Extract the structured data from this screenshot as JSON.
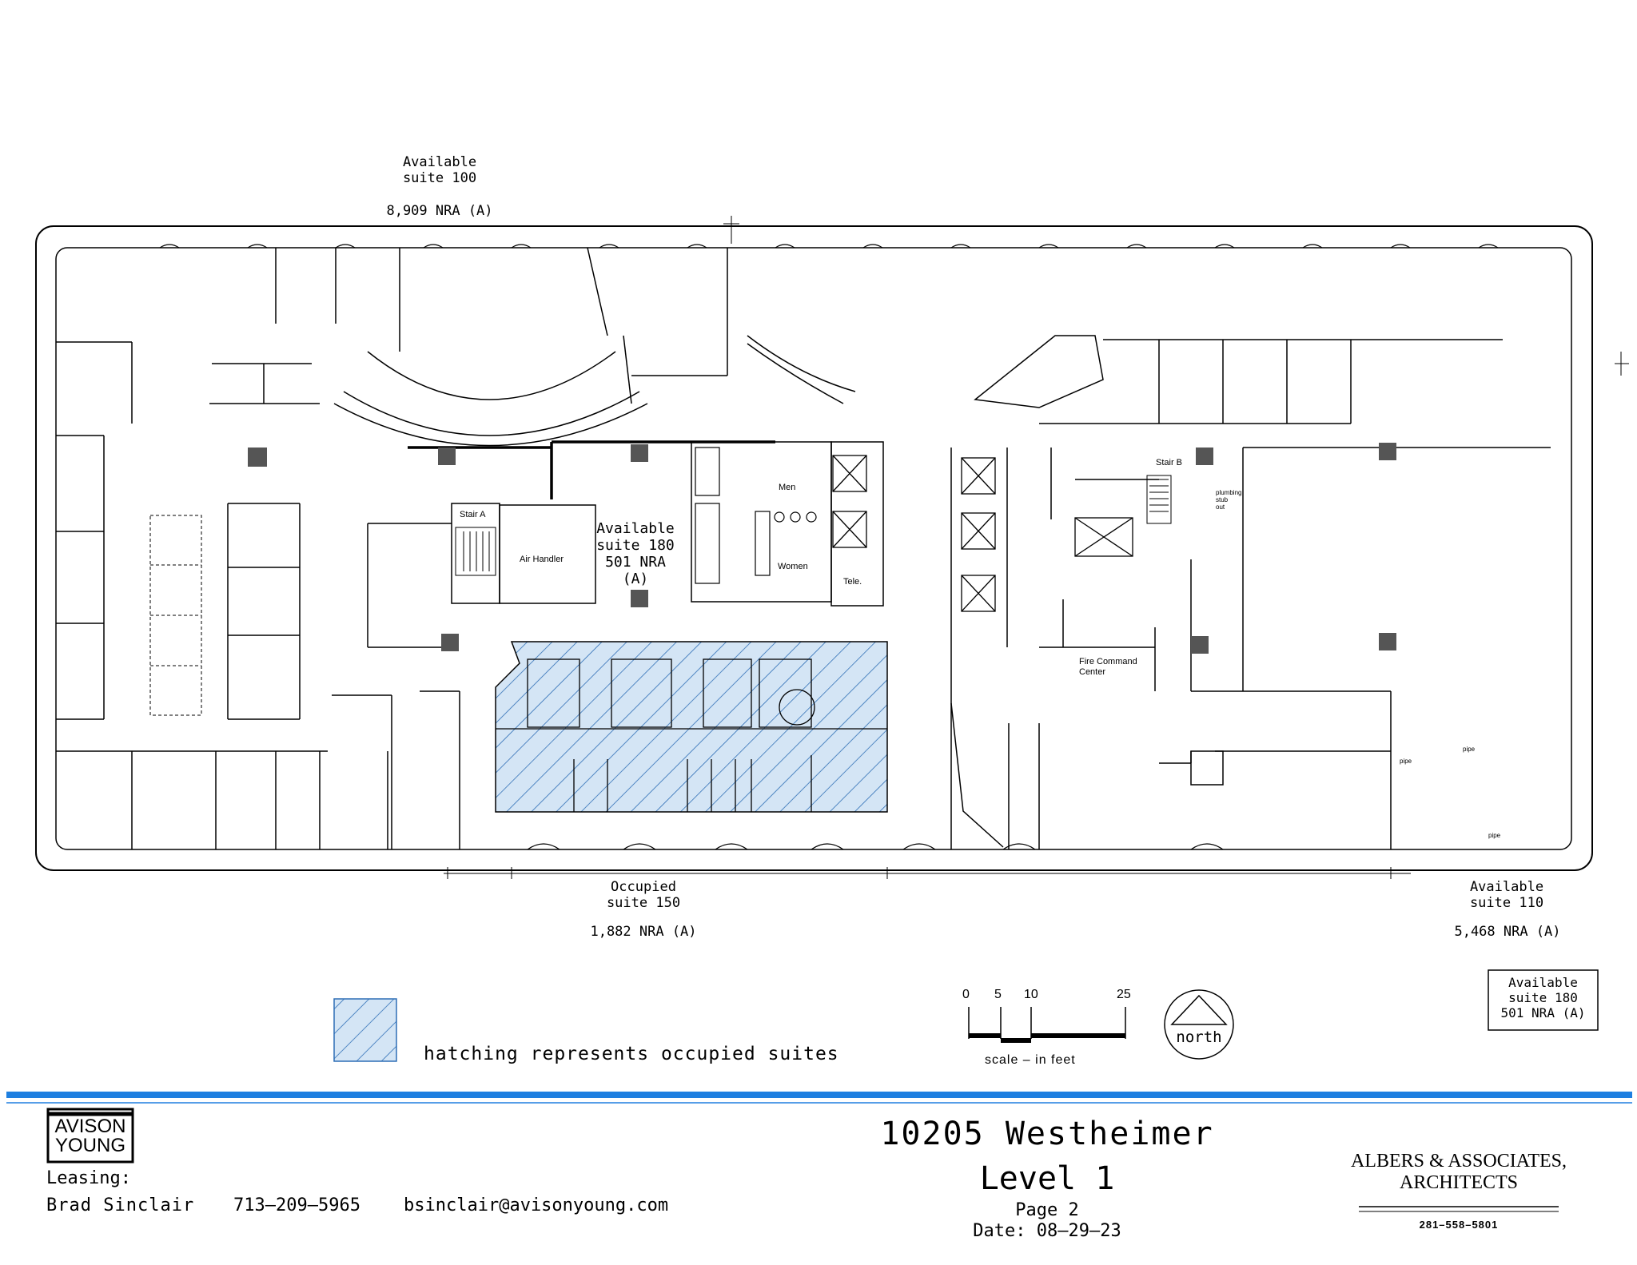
{
  "suites": {
    "s100": {
      "status": "Available",
      "suite": "suite 100",
      "area": "8,909 NRA (A)"
    },
    "s150": {
      "status": "Occupied",
      "suite": "suite 150",
      "area": "1,882 NRA (A)"
    },
    "s110": {
      "status": "Available",
      "suite": "suite 110",
      "area": "5,468 NRA (A)"
    },
    "s180": {
      "status": "Available",
      "suite": "suite 180",
      "area": "501 NRA (A)"
    }
  },
  "rooms": {
    "stair_a": "Stair A",
    "stair_b": "Stair B",
    "air_handler": "Air Handler",
    "men": "Men",
    "women": "Women",
    "tele": "Tele.",
    "plumbing": [
      "plumbing",
      "stub",
      "out"
    ],
    "fire_command": [
      "Fire Command",
      "Center"
    ],
    "pipe": "pipe"
  },
  "legend": {
    "hatch_text": "hatching represents occupied suites"
  },
  "scale": {
    "ticks": [
      "0",
      "5",
      "10",
      "25"
    ],
    "caption": "scale – in feet"
  },
  "compass": {
    "label": "north"
  },
  "footer": {
    "logo_line1": "AVISON",
    "logo_line2": "YOUNG",
    "leasing_label": "Leasing:",
    "contact_name": "Brad Sinclair",
    "phone": "713–209–5965",
    "email": "bsinclair@avisonyoung.com",
    "address": "10205 Westheimer",
    "level": "Level 1",
    "page": "Page 2",
    "date": "Date: 08–29–23",
    "architect_line1": "ALBERS & ASSOCIATES,",
    "architect_line2": "ARCHITECTS",
    "architect_phone": "281–558–5801"
  },
  "colors": {
    "rule_blue": "#1e7fe0",
    "hatch": "#2f6fb6",
    "hatch_bg": "#cfe1f2"
  }
}
